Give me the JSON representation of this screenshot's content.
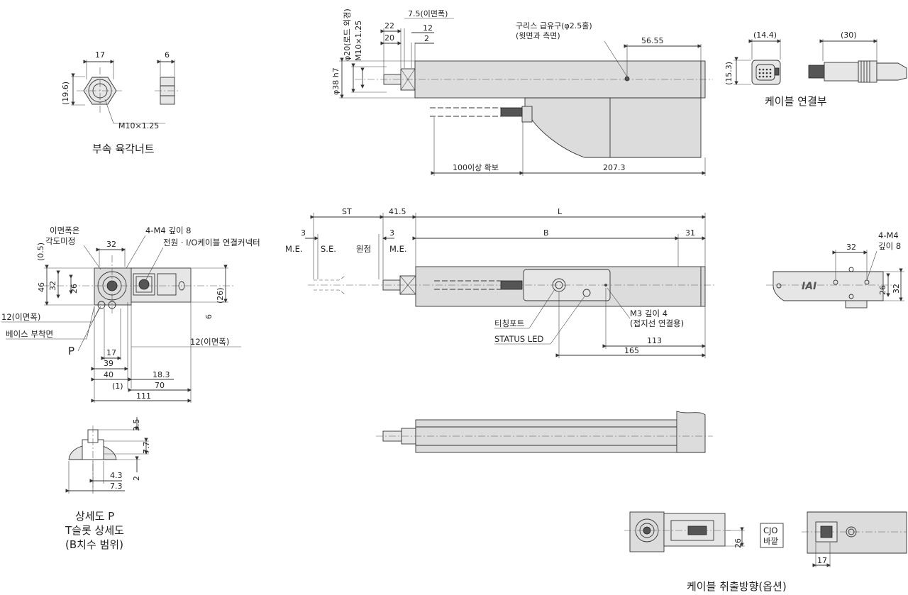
{
  "captions": {
    "nut": "부속 육각너트",
    "cable_connector": "케이블 연결부",
    "detail_p_1": "상세도 P",
    "detail_p_2": "T슬롯 상세도",
    "detail_p_3": "(B치수 범위)",
    "cable_option": "케이블 취출방향(옵션)"
  },
  "nut": {
    "d17": "17",
    "d6": "6",
    "d196": "(19.6)",
    "thread": "M10×1.25"
  },
  "top_view": {
    "rod_dia": "φ20(로드 외경)",
    "thread": "M10×1.25",
    "d22": "22",
    "d20": "20",
    "d75": "7.5(이면폭)",
    "d12": "12",
    "d2": "2",
    "grease": "구리스 급유구(φ2.5홀)",
    "grease2": "(윗면과 측면)",
    "d5655": "56.55",
    "d38": "φ38 h7",
    "d100": "100이상 확보",
    "d2073": "207.3"
  },
  "cable_conn": {
    "d144": "(14.4)",
    "d30": "(30)",
    "d153": "(15.3)"
  },
  "front_view": {
    "note1": "이면폭은",
    "note2": "각도미정",
    "d05": "(0.5)",
    "d32": "32",
    "d46": "46",
    "d32v": "32",
    "d26": "26",
    "m4": "4-M4 깊이 8",
    "power": "전원 · I/O케이블 연결커넥터",
    "d26r": "(26)",
    "d6": "6",
    "d12w": "12(이면폭)",
    "base": "베이스 부착면",
    "p": "P",
    "d12w2": "12(이면폭)",
    "d17": "17",
    "d39": "39",
    "d40": "40",
    "d183": "18.3",
    "d1": "(1)",
    "d70": "70",
    "d111": "111"
  },
  "side_view": {
    "st": "ST",
    "d415": "41.5",
    "l": "L",
    "d3a": "3",
    "d3b": "3",
    "b": "B",
    "d31": "31",
    "me1": "M.E.",
    "se": "S.E.",
    "origin": "원점",
    "me2": "M.E.",
    "teaching": "티칭포트",
    "status": "STATUS LED",
    "m3": "M3 깊이 4",
    "ground": "(접지선 연결용)",
    "d113": "113",
    "d165": "165"
  },
  "end_view": {
    "m4a": "4-M4",
    "m4b": "깊이 8",
    "d32": "32",
    "d26": "26",
    "d32v": "32"
  },
  "detail_p": {
    "d35": "3.5",
    "d77": "7.7",
    "d2": "2",
    "d43": "4.3",
    "d73": "7.3"
  },
  "option": {
    "d26": "26",
    "cjo1": "CJO",
    "cjo2": "바깥",
    "d17": "17"
  }
}
